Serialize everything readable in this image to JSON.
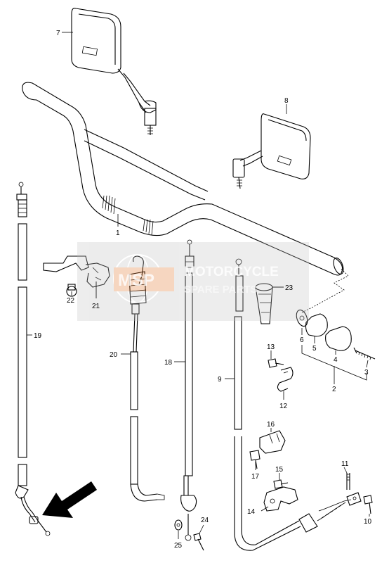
{
  "watermark": {
    "logo_text": "MSP",
    "line1": "MOTORCYCLE",
    "line2": "SPARE PARTS"
  },
  "parts": [
    {
      "id": "1",
      "name": "handlebar"
    },
    {
      "id": "2",
      "name": "grip-set"
    },
    {
      "id": "3",
      "name": "screw"
    },
    {
      "id": "4",
      "name": "grip-right"
    },
    {
      "id": "5",
      "name": "grip-left"
    },
    {
      "id": "6",
      "name": "washer"
    },
    {
      "id": "7",
      "name": "mirror-left"
    },
    {
      "id": "8",
      "name": "mirror-right"
    },
    {
      "id": "9",
      "name": "cable"
    },
    {
      "id": "10",
      "name": "bolt"
    },
    {
      "id": "11",
      "name": "pin"
    },
    {
      "id": "12",
      "name": "clip"
    },
    {
      "id": "13",
      "name": "screw"
    },
    {
      "id": "14",
      "name": "lever-bracket"
    },
    {
      "id": "15",
      "name": "bolt"
    },
    {
      "id": "16",
      "name": "clamp"
    },
    {
      "id": "17",
      "name": "bolt"
    },
    {
      "id": "18",
      "name": "cable"
    },
    {
      "id": "19",
      "name": "cable"
    },
    {
      "id": "20",
      "name": "cable"
    },
    {
      "id": "21",
      "name": "holder"
    },
    {
      "id": "22",
      "name": "bolt"
    },
    {
      "id": "23",
      "name": "boot"
    },
    {
      "id": "24",
      "name": "screw"
    },
    {
      "id": "25",
      "name": "washer"
    }
  ]
}
